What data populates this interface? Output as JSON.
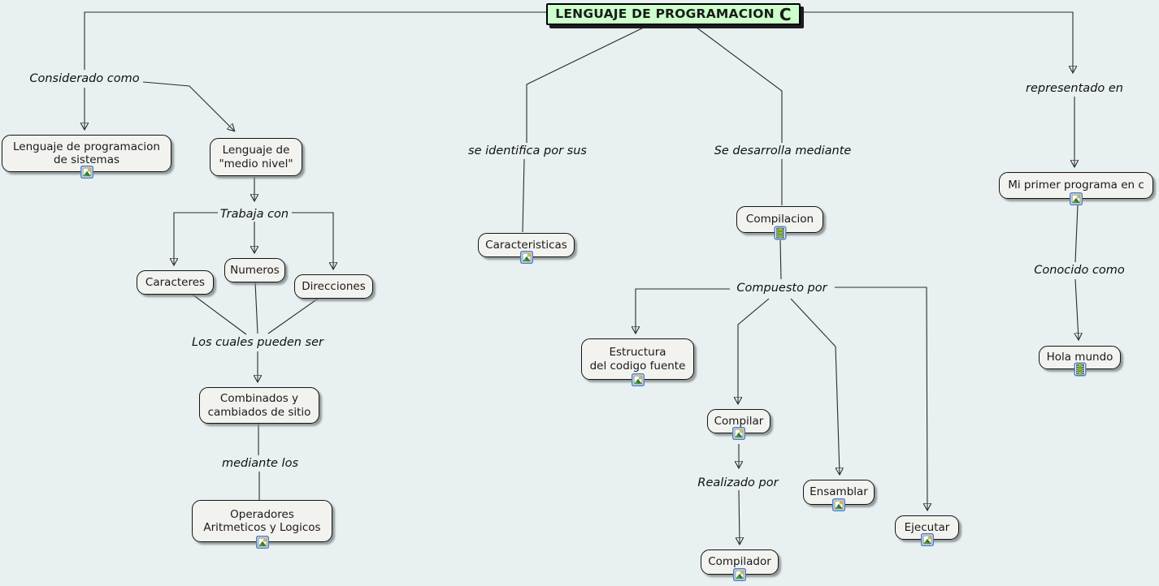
{
  "colors": {
    "background": "#e8f0f1",
    "title_bg": "#ccffcc",
    "node_bg": "#f2f2ef",
    "node_border": "#141414",
    "connector_line": "#2b2b2b",
    "icon_frame_blue": "#4a7ebb",
    "icon_mountain_green": "#2e7d32",
    "icon_sun_yellow": "#e8c92a",
    "film_strip_green": "#8bc34a"
  },
  "title": {
    "text": "LENGUAJE DE PROGRAMACION",
    "suffix": "C"
  },
  "nodes": {
    "sistemas": {
      "l1": "Lenguaje de programacion",
      "l2": "de sistemas",
      "icon": "image"
    },
    "medio": {
      "l1": "Lenguaje de",
      "l2": "\"medio nivel\""
    },
    "caracteres": {
      "text": "Caracteres"
    },
    "numeros": {
      "text": "Numeros"
    },
    "direcciones": {
      "text": "Direcciones"
    },
    "combinados": {
      "l1": "Combinados y",
      "l2": "cambiados de sitio"
    },
    "operadores": {
      "l1": "Operadores",
      "l2": "Aritmeticos y Logicos",
      "icon": "image"
    },
    "caracteristicas": {
      "text": "Caracteristicas",
      "icon": "image"
    },
    "compilacion": {
      "text": "Compilacion",
      "icon": "video"
    },
    "estructura": {
      "l1": "Estructura",
      "l2": "del codigo fuente",
      "icon": "image"
    },
    "compilar": {
      "text": "Compilar",
      "icon": "image"
    },
    "ensamblar": {
      "text": "Ensamblar",
      "icon": "image"
    },
    "ejecutar": {
      "text": "Ejecutar",
      "icon": "image"
    },
    "compilador": {
      "text": "Compilador",
      "icon": "image"
    },
    "miprimer": {
      "text": "Mi primer programa en c",
      "icon": "image"
    },
    "holamundo": {
      "text": "Hola mundo",
      "icon": "video"
    }
  },
  "labels": {
    "considerado": "Considerado como",
    "trabaja": "Trabaja con",
    "loscuales": "Los cuales pueden ser",
    "mediante": "mediante los",
    "identifica": "se identifica por sus",
    "desarrolla": "Se desarrolla mediante",
    "compuesto": "Compuesto por",
    "realizado": "Realizado por",
    "representado": "representado en",
    "conocido": "Conocido como"
  },
  "icons": {
    "image": "image-resource-icon",
    "video": "video-resource-icon"
  }
}
